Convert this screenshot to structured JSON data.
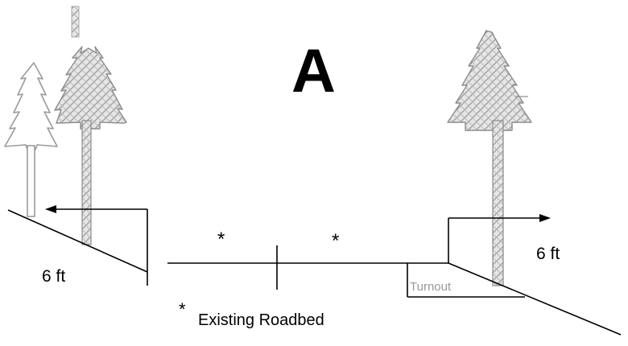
{
  "figure": {
    "section_label": "A",
    "left_clearance": "6 ft",
    "right_clearance": "6 ft",
    "turnout_label": "Turnout",
    "legend": {
      "marker": "*",
      "text": "Existing Roadbed"
    },
    "roadbed_markers": [
      "*",
      "*"
    ]
  },
  "colors": {
    "line": "#000000",
    "tree_outline": "#9a9a9a",
    "tree_hatch": "#bdbdbd",
    "turnout_text": "#999999"
  },
  "icons": {
    "outline_tree": "conifer-outline-icon",
    "hatched_tree": "conifer-hatched-icon",
    "dimension_arrow": "arrow-icon"
  }
}
